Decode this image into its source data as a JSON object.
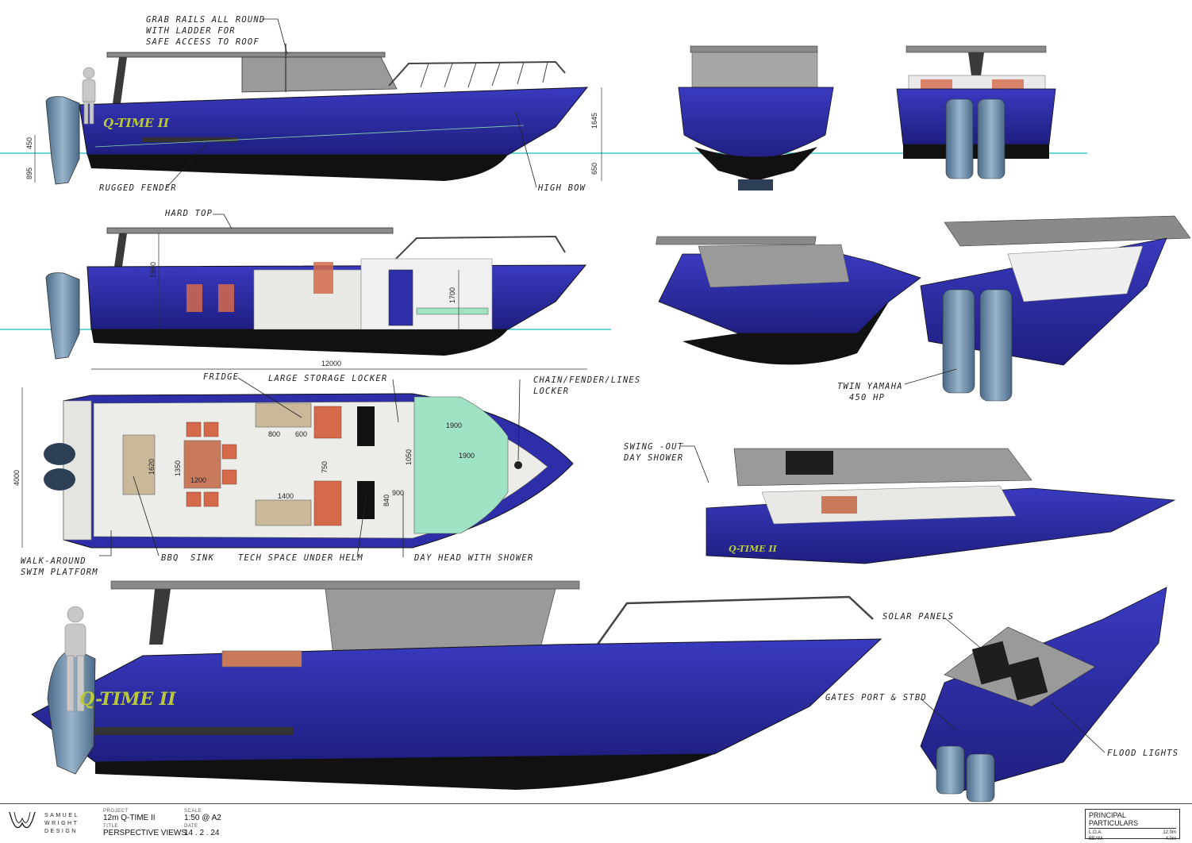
{
  "colors": {
    "hull": "#2e2ea8",
    "hull_dark": "#1d1d7a",
    "antifoul": "#111111",
    "deck": "#e8e8e4",
    "water": "#38c8c8",
    "seat": "#d46a4a",
    "table": "#c87a5a",
    "shower": "#9fe3c4",
    "engine": "#5d7f9e",
    "steel": "#3a3a3a",
    "glass": "#9a9a9a"
  },
  "hull_name": "Q-TIME II",
  "callouts": {
    "grab_rails": "GRAB RAILS ALL ROUND",
    "with_ladder": "WITH LADDER FOR",
    "safe_access": "SAFE ACCESS TO ROOF",
    "rugged_fender": "RUGGED FENDER",
    "high_bow": "HIGH BOW",
    "hard_top": "HARD TOP",
    "fridge": "FRIDGE",
    "storage_locker": "LARGE STORAGE LOCKER",
    "chain_locker_1": "CHAIN/FENDER/LINES",
    "chain_locker_2": "LOCKER",
    "twin_yamaha_1": "TWIN YAMAHA",
    "twin_yamaha_2": "450 HP",
    "swing_shower_1": "SWING -OUT",
    "swing_shower_2": "DAY SHOWER",
    "walk_around_1": "WALK-AROUND",
    "walk_around_2": "SWIM PLATFORM",
    "bbq": "BBQ",
    "sink": "SINK",
    "tech_space": "TECH SPACE UNDER HELM",
    "day_head": "DAY HEAD WITH SHOWER",
    "solar_panels": "SOLAR PANELS",
    "gates": "GATES PORT & STBD",
    "flood_lights": "FLOOD LIGHTS"
  },
  "dimensions": {
    "d450": "450",
    "d895": "895",
    "d1645": "1645",
    "d650": "650",
    "d1950": "1950",
    "d1700": "1700",
    "d12000": "12000",
    "d4000": "4000",
    "d1620": "1620",
    "d1350": "1350",
    "d1200": "1200",
    "d800": "800",
    "d600": "600",
    "d750": "750",
    "d1400": "1400",
    "d840": "840",
    "d900": "900",
    "d1050": "1050",
    "d1900a": "1900",
    "d1900b": "1900"
  },
  "titleblock": {
    "brand_line1": "SAMUEL",
    "brand_line2": "WRIGHT",
    "brand_line3": "DESIGN",
    "project_label": "PROJECT",
    "project": "12m Q-TIME II",
    "title_label": "TITLE",
    "title": "PERSPECTIVE VIEWS",
    "scale_label": "SCALE",
    "scale": "1:50 @ A2",
    "date_label": "DATE",
    "date": "14 . 2 . 24",
    "particulars_title": "PRINCIPAL PARTICULARS",
    "loa_label": "L.O.A.",
    "loa_value": "12.0m",
    "beam_label": "BEAM",
    "beam_value": "4.0m"
  }
}
